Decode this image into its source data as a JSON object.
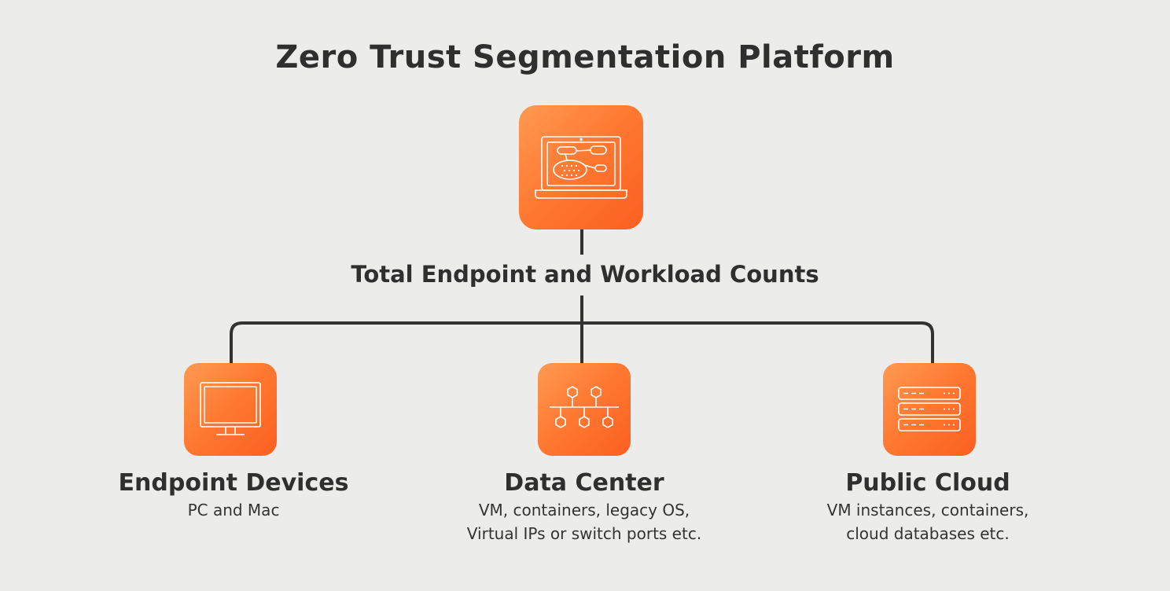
{
  "title": "Zero Trust Segmentation Platform",
  "hub": {
    "label": "Total Endpoint and Workload Counts",
    "icon": "laptop-network-icon"
  },
  "nodes": [
    {
      "title": "Endpoint Devices",
      "desc_lines": [
        "PC and Mac"
      ],
      "icon": "monitor-icon"
    },
    {
      "title": "Data Center",
      "desc_lines": [
        "VM, containers, legacy OS,",
        "Virtual IPs or switch ports etc."
      ],
      "icon": "network-topology-icon"
    },
    {
      "title": "Public Cloud",
      "desc_lines": [
        "VM instances, containers,",
        "cloud databases etc."
      ],
      "icon": "server-stack-icon"
    }
  ],
  "colors": {
    "background": "#ececeb",
    "accent_light": "#ff9a52",
    "accent_dark": "#fb5f21",
    "line": "#333333",
    "text": "#2f2f2f"
  }
}
